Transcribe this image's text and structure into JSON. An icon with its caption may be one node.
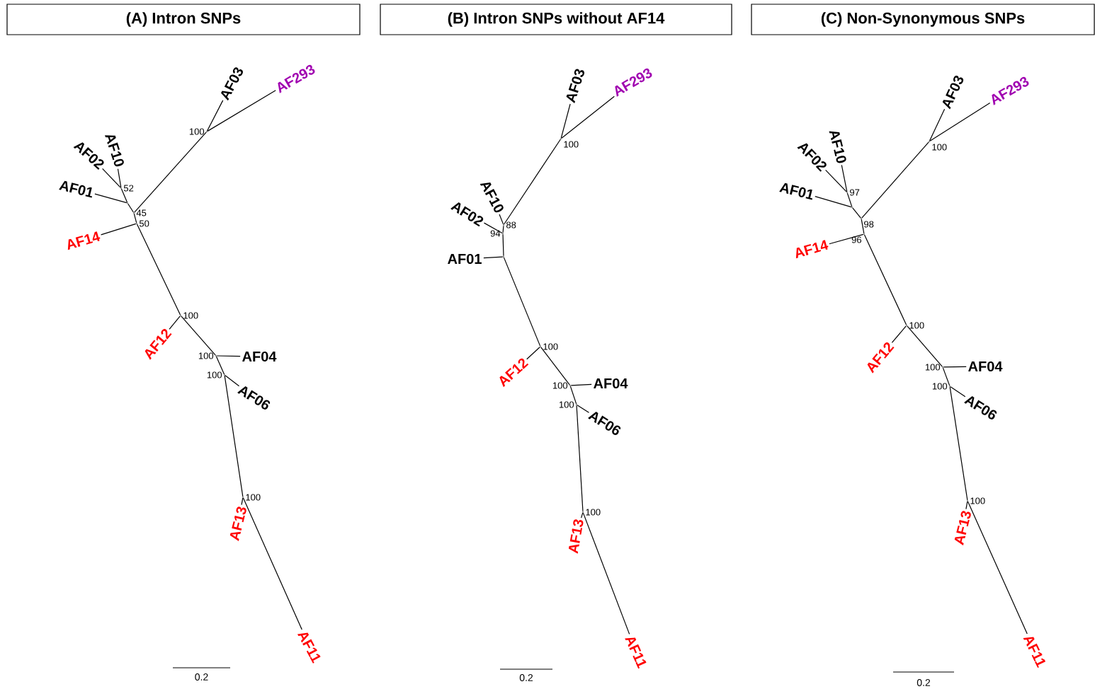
{
  "diagram": {
    "nodes": [
      {
        "text": [
          "(A) Intron SNPs"
        ]
      },
      {
        "text": [
          "(B) Intron SNPs without AF14"
        ]
      },
      {
        "text": [
          "(C) Non-Synonymous SNPs"
        ]
      },
      {
        "text": [
          "AF03"
        ]
      },
      {
        "text": [
          "AF293"
        ]
      },
      {
        "text": [
          "AF10"
        ]
      },
      {
        "text": [
          "AF02"
        ]
      },
      {
        "text": [
          "AF01"
        ]
      },
      {
        "text": [
          "AF14"
        ]
      },
      {
        "text": [
          "AF12"
        ]
      },
      {
        "text": [
          "AF04"
        ]
      },
      {
        "text": [
          "AF06"
        ]
      },
      {
        "text": [
          "AF13"
        ]
      },
      {
        "text": [
          "AF11"
        ]
      },
      {
        "text": [],
        "shape": "point",
        "beside": [
          "100"
        ]
      },
      {
        "text": [],
        "shape": "point",
        "beside": [
          "52"
        ]
      },
      {
        "text": [],
        "shape": "point"
      },
      {
        "text": [],
        "shape": "point",
        "beside": [
          "45"
        ]
      },
      {
        "text": [],
        "shape": "point",
        "beside": [
          "50"
        ]
      },
      {
        "text": [],
        "shape": "point",
        "beside": [
          "100"
        ]
      },
      {
        "text": [],
        "shape": "point",
        "beside": [
          "100"
        ]
      },
      {
        "text": [],
        "shape": "point",
        "beside": [
          "100"
        ]
      },
      {
        "text": [],
        "shape": "point",
        "beside": [
          "100"
        ]
      },
      {
        "text": [
          "AF03"
        ]
      },
      {
        "text": [
          "AF293"
        ]
      },
      {
        "text": [
          "AF10"
        ]
      },
      {
        "text": [
          "AF02"
        ]
      },
      {
        "text": [
          "AF01"
        ]
      },
      {
        "text": [
          "AF12"
        ]
      },
      {
        "text": [
          "AF04"
        ]
      },
      {
        "text": [
          "AF06"
        ]
      },
      {
        "text": [
          "AF13"
        ]
      },
      {
        "text": [
          "AF11"
        ]
      },
      {
        "text": [],
        "shape": "point",
        "beside": [
          "100"
        ]
      },
      {
        "text": [],
        "shape": "point",
        "beside": [
          "88"
        ]
      },
      {
        "text": [],
        "shape": "point",
        "beside": [
          "94"
        ]
      },
      {
        "text": [],
        "shape": "point"
      },
      {
        "text": [],
        "shape": "point",
        "beside": [
          "100"
        ]
      },
      {
        "text": [],
        "shape": "point",
        "beside": [
          "100"
        ]
      },
      {
        "text": [],
        "shape": "point",
        "beside": [
          "100"
        ]
      },
      {
        "text": [],
        "shape": "point",
        "beside": [
          "100"
        ]
      },
      {
        "text": [
          "AF03"
        ]
      },
      {
        "text": [
          "AF293"
        ]
      },
      {
        "text": [
          "AF10"
        ]
      },
      {
        "text": [
          "AF02"
        ]
      },
      {
        "text": [
          "AF01"
        ]
      },
      {
        "text": [
          "AF14"
        ]
      },
      {
        "text": [
          "AF12"
        ]
      },
      {
        "text": [
          "AF04"
        ]
      },
      {
        "text": [
          "AF06"
        ]
      },
      {
        "text": [
          "AF13"
        ]
      },
      {
        "text": [
          "AF11"
        ]
      },
      {
        "text": [],
        "shape": "point",
        "beside": [
          "100"
        ]
      },
      {
        "text": [],
        "shape": "point",
        "beside": [
          "97"
        ]
      },
      {
        "text": [],
        "shape": "point"
      },
      {
        "text": [],
        "shape": "point",
        "beside": [
          "98"
        ]
      },
      {
        "text": [],
        "shape": "point",
        "beside": [
          "96"
        ]
      },
      {
        "text": [],
        "shape": "point",
        "beside": [
          "100"
        ]
      },
      {
        "text": [],
        "shape": "point",
        "beside": [
          "100"
        ]
      },
      {
        "text": [],
        "shape": "point",
        "beside": [
          "100"
        ]
      },
      {
        "text": [],
        "shape": "point",
        "beside": [
          "100"
        ]
      }
    ],
    "edges": [
      {
        "from": 14,
        "to": 3,
        "arrow": "none"
      },
      {
        "from": 14,
        "to": 4,
        "arrow": "none"
      },
      {
        "from": 15,
        "to": 5,
        "arrow": "none"
      },
      {
        "from": 15,
        "to": 6,
        "arrow": "none"
      },
      {
        "from": 16,
        "to": 7,
        "arrow": "none"
      },
      {
        "from": 16,
        "to": 15,
        "arrow": "none"
      },
      {
        "from": 17,
        "to": 16,
        "arrow": "none"
      },
      {
        "from": 17,
        "to": 14,
        "arrow": "none"
      },
      {
        "from": 18,
        "to": 17,
        "arrow": "none"
      },
      {
        "from": 18,
        "to": 8,
        "arrow": "none"
      },
      {
        "from": 18,
        "to": 19,
        "arrow": "none"
      },
      {
        "from": 19,
        "to": 9,
        "arrow": "none"
      },
      {
        "from": 19,
        "to": 20,
        "arrow": "none"
      },
      {
        "from": 20,
        "to": 10,
        "arrow": "none"
      },
      {
        "from": 20,
        "to": 21,
        "arrow": "none"
      },
      {
        "from": 21,
        "to": 11,
        "arrow": "none"
      },
      {
        "from": 21,
        "to": 22,
        "arrow": "none"
      },
      {
        "from": 22,
        "to": 12,
        "arrow": "none"
      },
      {
        "from": 22,
        "to": 13,
        "arrow": "none"
      },
      {
        "from": 33,
        "to": 23,
        "arrow": "none"
      },
      {
        "from": 33,
        "to": 24,
        "arrow": "none"
      },
      {
        "from": 34,
        "to": 33,
        "arrow": "none"
      },
      {
        "from": 34,
        "to": 25,
        "arrow": "none"
      },
      {
        "from": 34,
        "to": 35,
        "arrow": "none"
      },
      {
        "from": 35,
        "to": 26,
        "arrow": "none"
      },
      {
        "from": 35,
        "to": 36,
        "arrow": "none"
      },
      {
        "from": 36,
        "to": 27,
        "arrow": "none"
      },
      {
        "from": 36,
        "to": 37,
        "arrow": "none"
      },
      {
        "from": 37,
        "to": 28,
        "arrow": "none"
      },
      {
        "from": 37,
        "to": 38,
        "arrow": "none"
      },
      {
        "from": 38,
        "to": 29,
        "arrow": "none"
      },
      {
        "from": 38,
        "to": 39,
        "arrow": "none"
      },
      {
        "from": 39,
        "to": 30,
        "arrow": "none"
      },
      {
        "from": 39,
        "to": 40,
        "arrow": "none"
      },
      {
        "from": 40,
        "to": 31,
        "arrow": "none"
      },
      {
        "from": 40,
        "to": 32,
        "arrow": "none"
      },
      {
        "from": 52,
        "to": 41,
        "arrow": "none"
      },
      {
        "from": 52,
        "to": 42,
        "arrow": "none"
      },
      {
        "from": 53,
        "to": 43,
        "arrow": "none"
      },
      {
        "from": 53,
        "to": 44,
        "arrow": "none"
      },
      {
        "from": 54,
        "to": 45,
        "arrow": "none"
      },
      {
        "from": 54,
        "to": 53,
        "arrow": "none"
      },
      {
        "from": 55,
        "to": 54,
        "arrow": "none"
      },
      {
        "from": 55,
        "to": 52,
        "arrow": "none"
      },
      {
        "from": 55,
        "to": 56,
        "arrow": "none"
      },
      {
        "from": 56,
        "to": 46,
        "arrow": "none"
      },
      {
        "from": 56,
        "to": 57,
        "arrow": "none"
      },
      {
        "from": 57,
        "to": 47,
        "arrow": "none"
      },
      {
        "from": 57,
        "to": 58,
        "arrow": "none"
      },
      {
        "from": 58,
        "to": 48,
        "arrow": "none"
      },
      {
        "from": 58,
        "to": 59,
        "arrow": "none"
      },
      {
        "from": 59,
        "to": 49,
        "arrow": "none"
      },
      {
        "from": 59,
        "to": 60,
        "arrow": "none"
      },
      {
        "from": 60,
        "to": 50,
        "arrow": "none"
      },
      {
        "from": 60,
        "to": 51,
        "arrow": "none"
      }
    ],
    "labels": [
      "0.2",
      "0.2",
      "0.2"
    ]
  }
}
